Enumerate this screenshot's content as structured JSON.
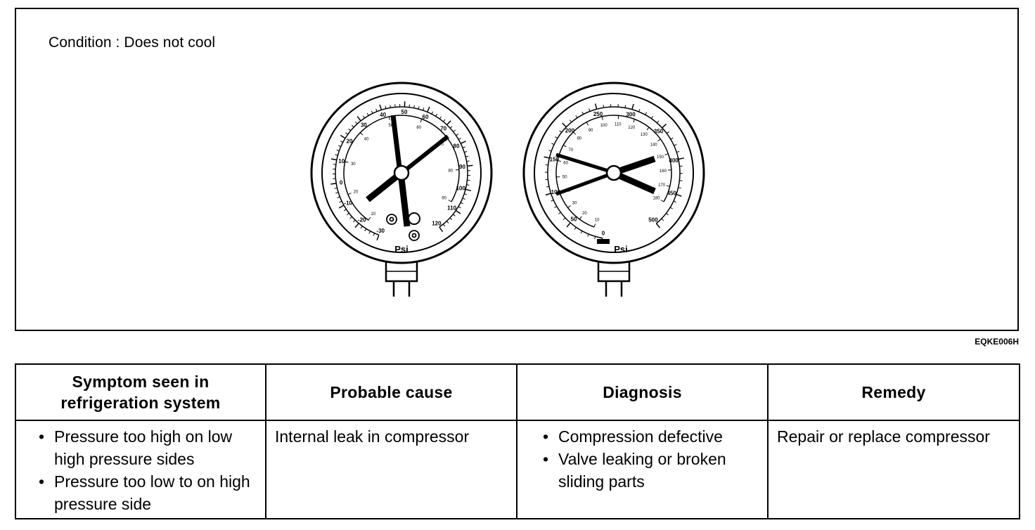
{
  "figure": {
    "condition": "Condition : Does not cool",
    "code": "EQKE006H",
    "low_gauge": {
      "unit": "Psi",
      "outer_labels": [
        "-30",
        "-20",
        "-10",
        "0",
        "10",
        "20",
        "30",
        "40",
        "50",
        "60",
        "70",
        "80",
        "90",
        "100",
        "110",
        "120"
      ],
      "inner_labels": [
        "10",
        "20",
        "30",
        "40",
        "50",
        "60",
        "70",
        "80",
        "90"
      ]
    },
    "high_gauge": {
      "unit": "Psi",
      "outer_labels": [
        "0",
        "50",
        "100",
        "150",
        "200",
        "250",
        "300",
        "350",
        "400",
        "450",
        "500"
      ],
      "inner_labels": [
        "10",
        "20",
        "30",
        "40",
        "50",
        "60",
        "70",
        "80",
        "90",
        "100",
        "110",
        "120",
        "130",
        "140",
        "150",
        "160",
        "170",
        "180"
      ]
    }
  },
  "table": {
    "headers": {
      "symptom": "Symptom seen in refrigeration system",
      "cause": "Probable cause",
      "diagnosis": "Diagnosis",
      "remedy": "Remedy"
    },
    "row": {
      "symptoms": [
        "Pressure too high on low high pressure sides",
        "Pressure too low to on high pressure side"
      ],
      "cause": "Internal leak in compressor",
      "diagnosis": [
        "Compression defective",
        "Valve leaking or broken sliding parts"
      ],
      "remedy": "Repair or replace compressor"
    }
  }
}
